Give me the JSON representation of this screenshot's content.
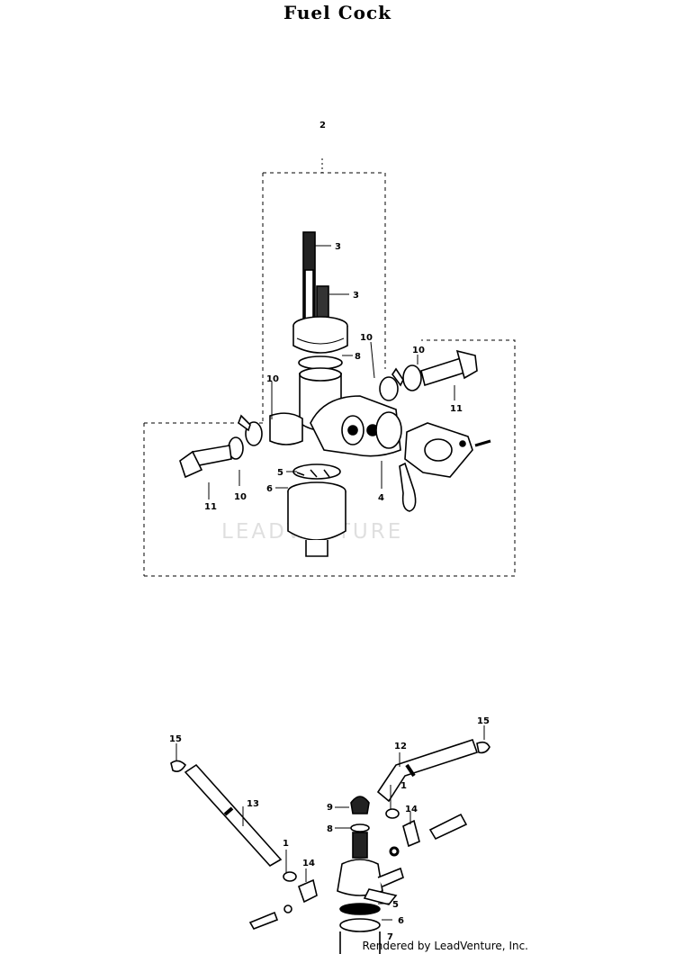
{
  "title": "Fuel Cock",
  "footer": "Rendered by LeadVenture, Inc.",
  "watermark": "LEADVENTURE",
  "upper_callouts": [
    "2",
    "3",
    "3",
    "8",
    "10",
    "10",
    "11",
    "10",
    "5",
    "6",
    "11",
    "10",
    "4"
  ],
  "lower_callouts": [
    "15",
    "12",
    "15",
    "1",
    "13",
    "9",
    "8",
    "14",
    "1",
    "14",
    "5",
    "6",
    "7"
  ]
}
